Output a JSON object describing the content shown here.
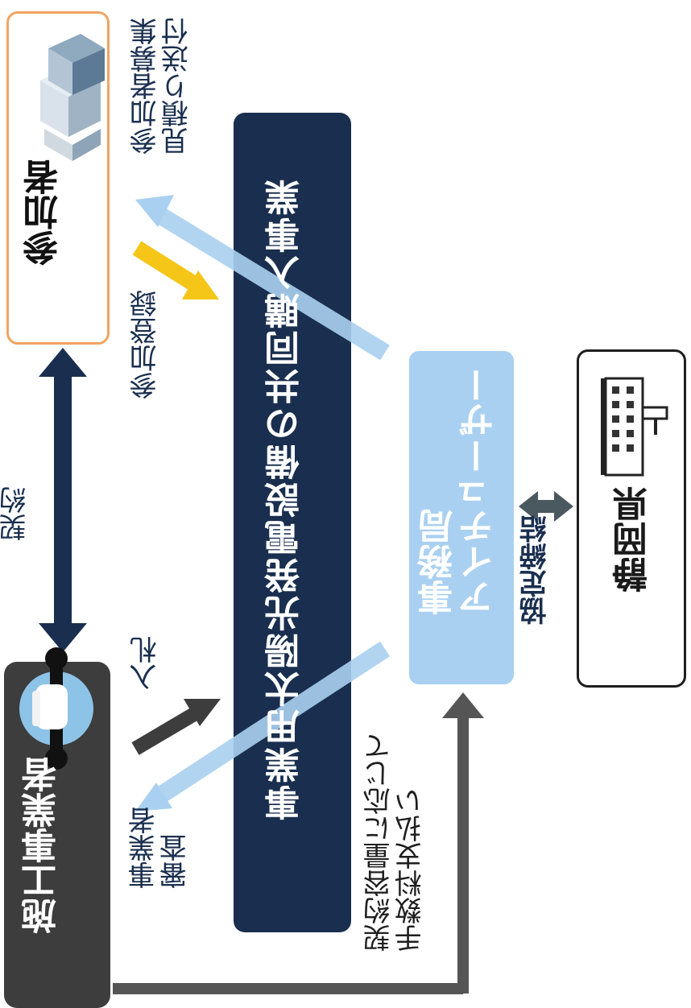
{
  "participant": {
    "label": "参加者",
    "icon": "office-buildings-icon"
  },
  "contractor": {
    "label": "施工事業者",
    "icon": "wrench-hand-icon"
  },
  "project": {
    "label": "事業用太陽光発電設備の共同購入事業"
  },
  "secretariat": {
    "label": "事務局\nアイチューザー"
  },
  "prefecture": {
    "label": "静岡県",
    "icon": "government-building-icon"
  },
  "labels": {
    "recruit": "参加者募集\n見積り送付",
    "register": "参加登録",
    "contract": "契約",
    "bid": "入札",
    "screening": "事業者\n審査",
    "agreement": "協定締結",
    "fee": "契約容量に応じて\n手数料支払い"
  },
  "colors": {
    "navy": "#1a2f4f",
    "light_blue": "#a9d0f0",
    "yellow": "#f5c518",
    "dark_gray": "#3d3d3d",
    "orange_border": "#f0a462",
    "agreement_arrow": "#4a5860"
  }
}
